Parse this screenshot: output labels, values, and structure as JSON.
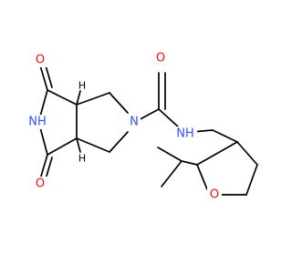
{
  "molecule": {
    "atoms": {
      "o1": "O",
      "o2": "O",
      "o3": "O",
      "o4": "O",
      "nh_imide": "NH",
      "n_ring": "N",
      "nh_amide": "NH",
      "h1": "H",
      "h2": "H"
    },
    "colors": {
      "oxygen": "#ff0d0d",
      "nitrogen": "#3050f8",
      "carbon": "#000000"
    }
  }
}
